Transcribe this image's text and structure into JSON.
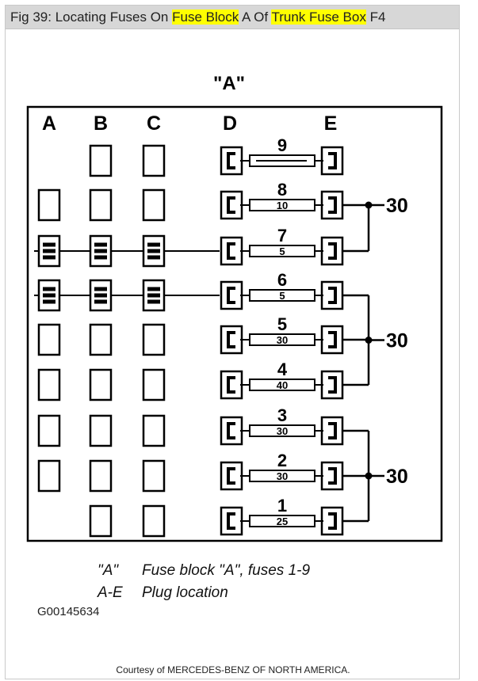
{
  "title": {
    "prefix": "Fig 39: Locating Fuses On ",
    "highlight1": "Fuse Block",
    "middle": " A Of ",
    "highlight2": "Trunk Fuse Box",
    "suffix": " F4",
    "highlight_color": "#ffff00"
  },
  "diagram": {
    "block_label": "\"A\"",
    "columns": [
      "A",
      "B",
      "C",
      "D",
      "E"
    ],
    "fuses": [
      {
        "number": "9",
        "rating": ""
      },
      {
        "number": "8",
        "rating": "10"
      },
      {
        "number": "7",
        "rating": "5"
      },
      {
        "number": "6",
        "rating": "5"
      },
      {
        "number": "5",
        "rating": "30"
      },
      {
        "number": "4",
        "rating": "40"
      },
      {
        "number": "3",
        "rating": "30"
      },
      {
        "number": "2",
        "rating": "30"
      },
      {
        "number": "1",
        "rating": "25"
      }
    ],
    "terminals": [
      "30",
      "30",
      "30"
    ]
  },
  "legend": [
    {
      "key": "\"A\"",
      "text": "Fuse block \"A\", fuses 1-9"
    },
    {
      "key": "A-E",
      "text": "Plug location"
    }
  ],
  "figure_id": "G00145634",
  "courtesy": "Courtesy of MERCEDES-BENZ OF NORTH AMERICA."
}
